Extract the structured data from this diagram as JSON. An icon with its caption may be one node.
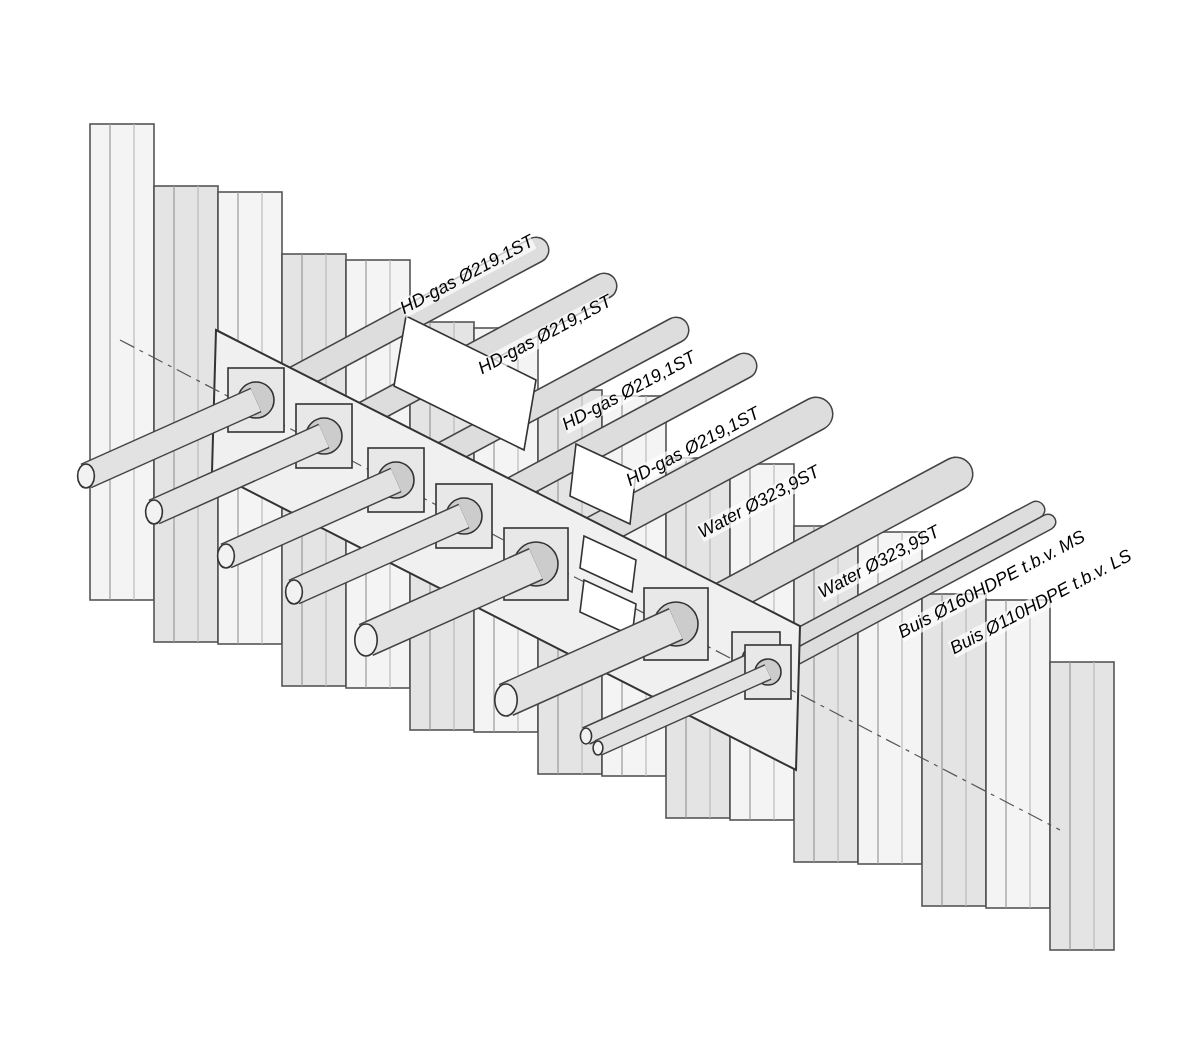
{
  "diagram": {
    "labels": [
      "HD-gas Ø219,1ST",
      "HD-gas Ø219,1ST",
      "HD-gas Ø219,1ST",
      "HD-gas Ø219,1ST",
      "Water Ø323,9ST",
      "Water Ø323,9ST",
      "Buis Ø160HDPE t.b.v. MS",
      "Buis Ø110HDPE t.b.v. LS"
    ]
  }
}
